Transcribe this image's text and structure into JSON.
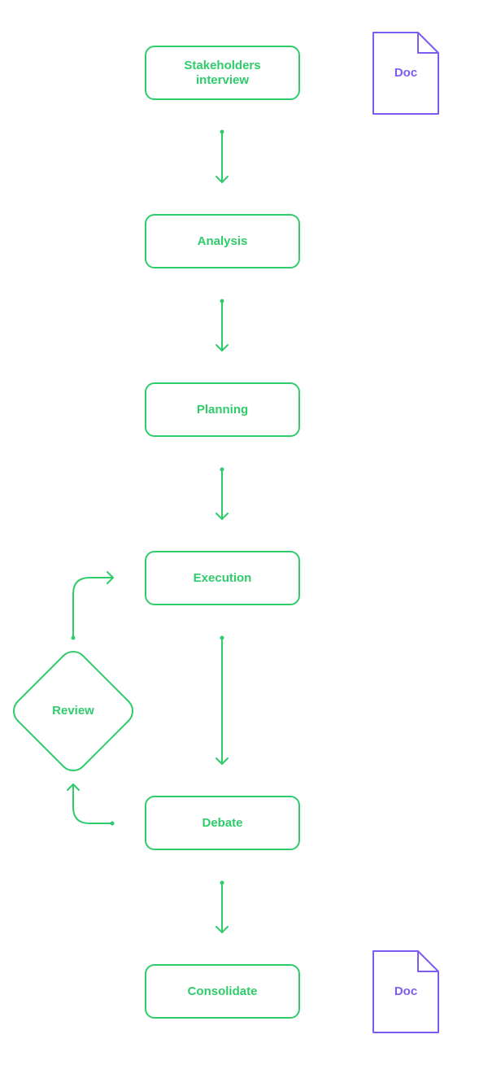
{
  "colors": {
    "process": "#2ecc6a",
    "document": "#7c5cf0",
    "background": "#ffffff"
  },
  "steps": [
    {
      "label": "Stakeholders interview"
    },
    {
      "label": "Analysis"
    },
    {
      "label": "Planning"
    },
    {
      "label": "Execution"
    },
    {
      "label": "Debate"
    },
    {
      "label": "Consolidate"
    }
  ],
  "decision": {
    "label": "Review"
  },
  "documents": [
    {
      "label": "Doc"
    },
    {
      "label": "Doc"
    }
  ]
}
